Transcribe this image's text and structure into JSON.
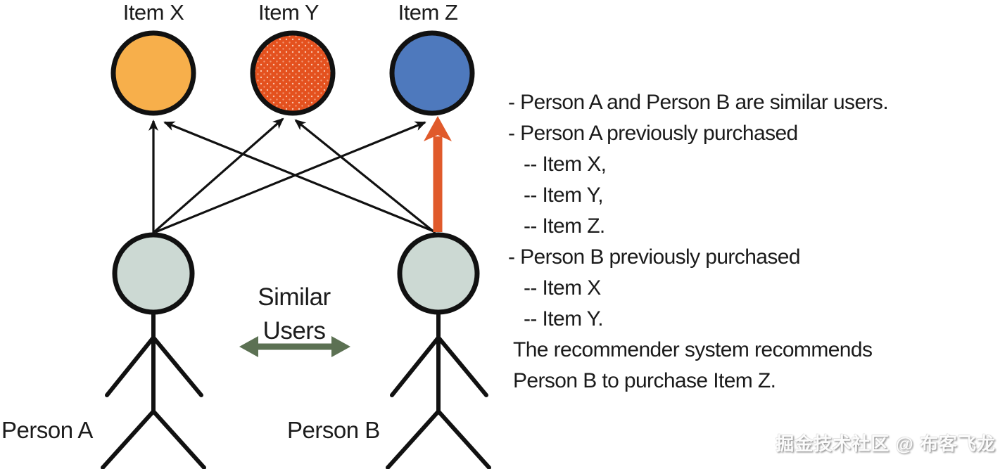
{
  "diagram": {
    "items": [
      {
        "label": "Item X",
        "color": "#F7AF4B",
        "texture": "solid"
      },
      {
        "label": "Item Y",
        "color": "#E4511E",
        "texture": "dotted"
      },
      {
        "label": "Item Z",
        "color": "#4E79BD",
        "texture": "solid"
      }
    ],
    "persons": [
      {
        "label": "Person A"
      },
      {
        "label": "Person B"
      }
    ],
    "person_head_color": "#CCD9D3",
    "outline_color": "#111111",
    "similar_users": {
      "line1": "Similar",
      "line2": "Users",
      "arrow_color": "#5C7153"
    },
    "recommendation_arrow_color": "#E05A2B"
  },
  "notes": {
    "lines": [
      "- Person A and Person B are similar users.",
      "- Person A previously purchased",
      "-- Item X,",
      "-- Item Y,",
      "-- Item Z.",
      "- Person B previously purchased",
      "-- Item X",
      "-- Item Y.",
      "The recommender system recommends",
      "Person B to purchase Item Z."
    ]
  },
  "watermark": "掘金技术社区 @ 布客飞龙"
}
